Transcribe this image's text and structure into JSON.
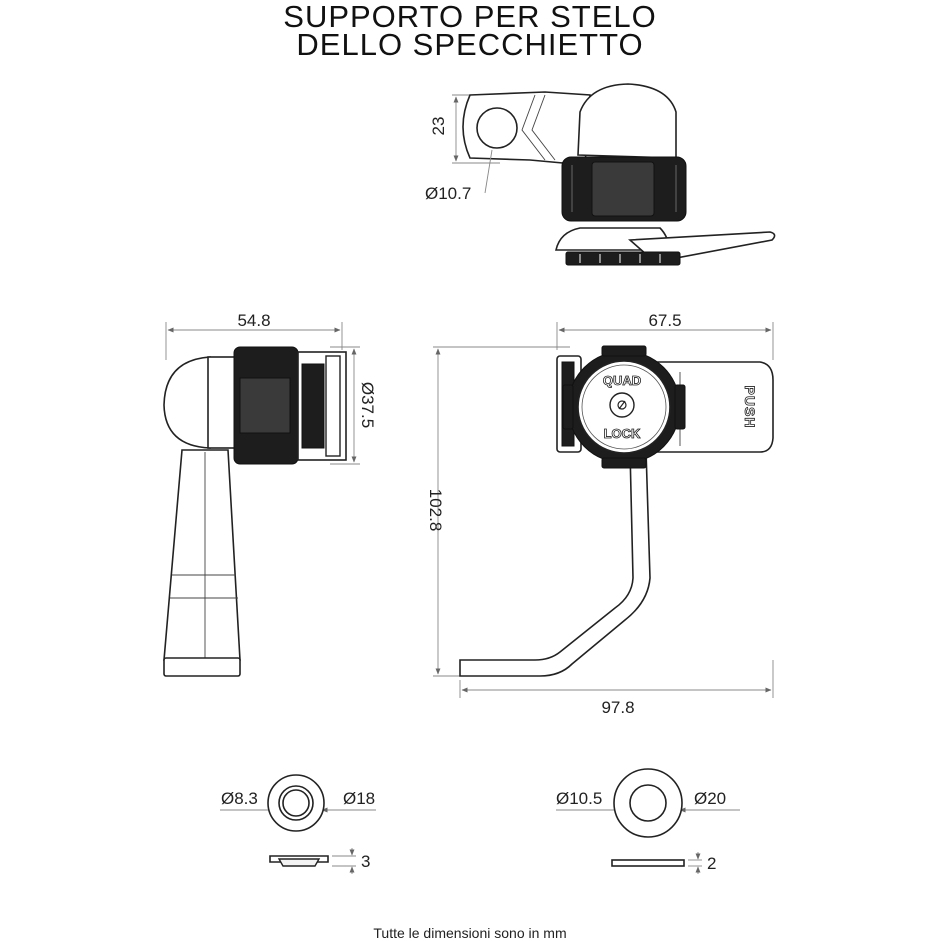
{
  "title": {
    "line1": "SUPPORTO PER STELO",
    "line2": "DELLO SPECCHIETTO"
  },
  "top_view": {
    "height_label": "23",
    "hole_label": "Ø10.7"
  },
  "side_view": {
    "width_label": "54.8",
    "diameter_label": "Ø37.5"
  },
  "front_view": {
    "top_width_label": "67.5",
    "height_label": "102.8",
    "base_width_label": "97.8",
    "logo_line1": "QUAD",
    "logo_line2": "LOCK",
    "push_label": "PUSH"
  },
  "washer_small": {
    "inner_label": "Ø8.3",
    "outer_label": "Ø18",
    "thickness_label": "3"
  },
  "washer_large": {
    "inner_label": "Ø10.5",
    "outer_label": "Ø20",
    "thickness_label": "2"
  },
  "footnote": "Tutte le dimensioni sono in mm"
}
